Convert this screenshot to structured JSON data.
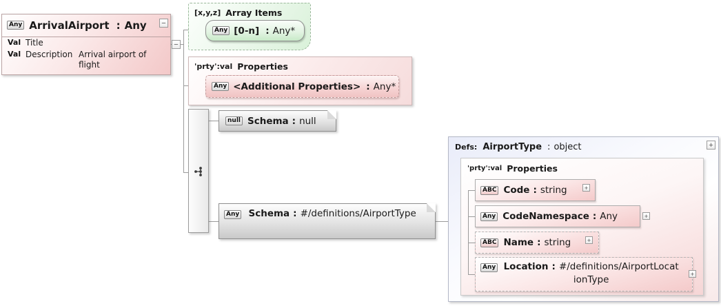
{
  "sep": ":",
  "controls": {
    "collapse": "−",
    "expand": "+"
  },
  "icons": {
    "connector_bar": "branch-icon",
    "collapse": "minus-icon",
    "expand": "plus-icon"
  },
  "colors": {
    "pink": "#f3c8c8",
    "green": "#d9f1d9",
    "gray": "#c9c9c9",
    "lavender": "#e9ecf9",
    "line": "#9a9a9a"
  },
  "root_box": {
    "badge": "Any",
    "name": "ArrivalAirport",
    "type": "Any",
    "title_row": {
      "label": "Val",
      "key": "Title"
    },
    "desc_row": {
      "label": "Val",
      "key": "Description",
      "value": "Arrival airport of flight"
    }
  },
  "array_items_box": {
    "tag": "[x,y,z]",
    "title": "Array Items",
    "item": {
      "badge": "Any",
      "name": "[0-n]",
      "type": "Any*"
    }
  },
  "properties_box": {
    "tag": "'prty':val",
    "title": "Properties",
    "item": {
      "badge": "Any",
      "name": "<Additional Properties>",
      "type": "Any*"
    }
  },
  "null_schema_box": {
    "badge": "null",
    "name": "Schema",
    "type": "null"
  },
  "ref_schema_box": {
    "badge": "Any",
    "name": "Schema",
    "type": "#/definitions/AirportType"
  },
  "defs_box": {
    "tag": "Defs:",
    "name": "AirportType",
    "type": "object",
    "properties": {
      "tag": "'prty':val",
      "title": "Properties",
      "items": [
        {
          "badge": "ABC",
          "name": "Code",
          "type": "string"
        },
        {
          "badge": "Any",
          "name": "CodeNamespace",
          "type": "Any"
        },
        {
          "badge": "ABC",
          "name": "Name",
          "type": "string"
        },
        {
          "badge": "Any",
          "name": "Location",
          "type": "#/definitions/AirportLocationType"
        }
      ]
    }
  }
}
